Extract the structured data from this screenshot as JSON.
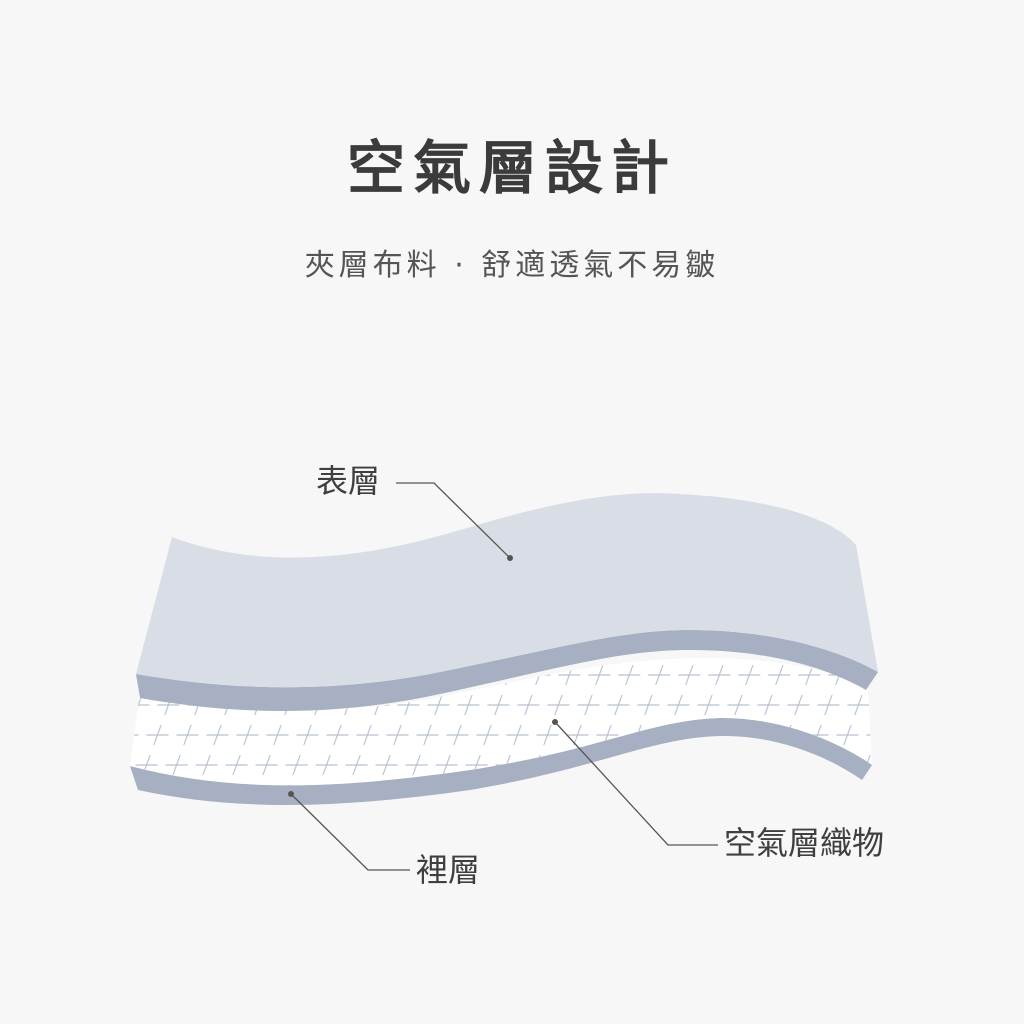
{
  "title": "空氣層設計",
  "subtitle": "夾層布料 · 舒適透氣不易皺",
  "diagram": {
    "labels": {
      "outer_layer": "表層",
      "air_layer": "空氣層織物",
      "inner_layer": "裡層"
    },
    "colors": {
      "background": "#f7f7f7",
      "outer_face": "#d9dee6",
      "outer_edge": "#a6b0c2",
      "middle_face": "#ffffff",
      "pattern": "#b5bfd0",
      "inner_edge": "#a6b0c2",
      "leader_line": "#555555"
    }
  }
}
